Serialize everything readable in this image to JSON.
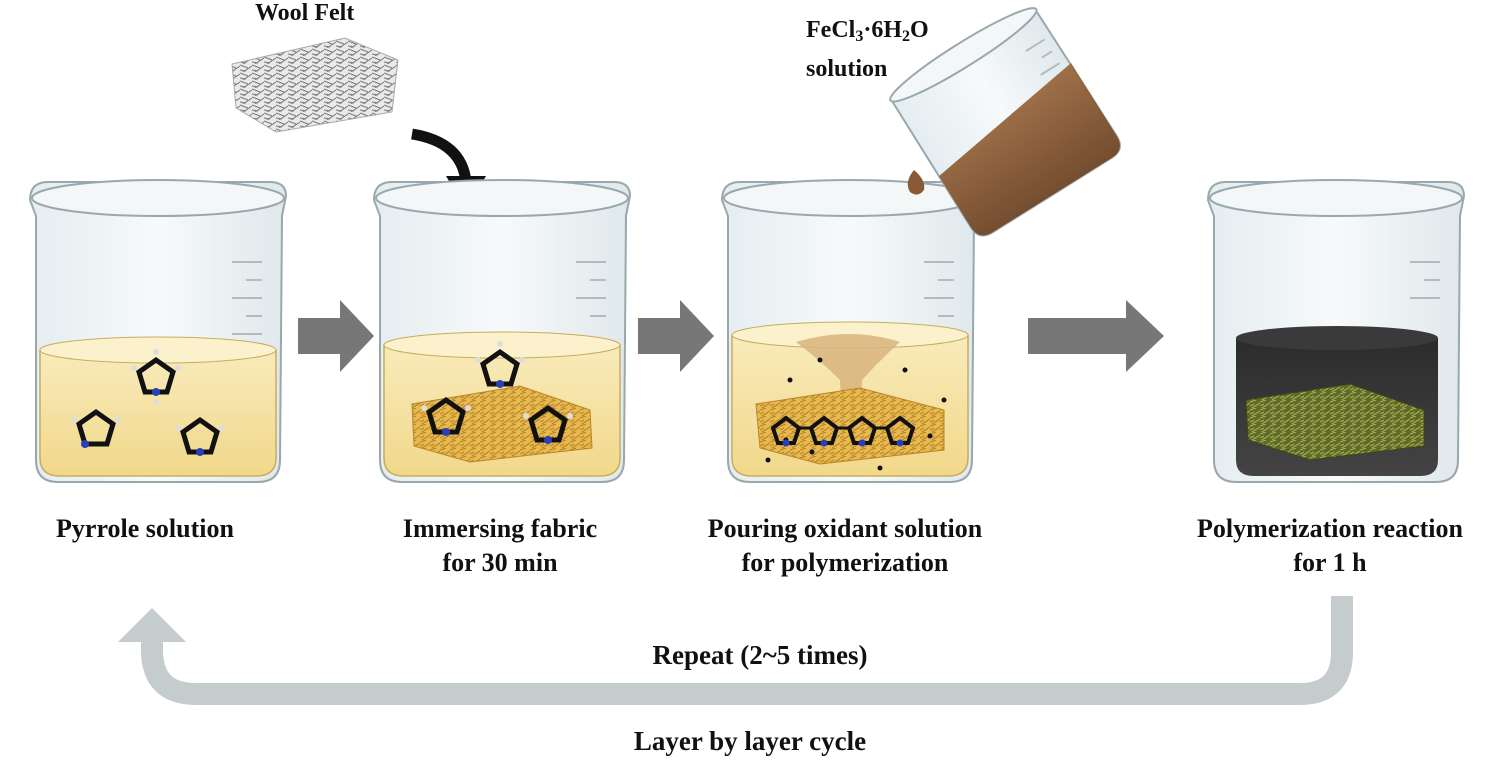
{
  "labels": {
    "wool_felt": "Wool Felt",
    "fecl3_formula": "FeCl3·6H2O",
    "fecl3_solution": "solution",
    "step1": "Pyrrole solution",
    "step2_line1": "Immersing fabric",
    "step2_line2": "for 30 min",
    "step3_line1": "Pouring oxidant solution",
    "step3_line2": "for polymerization",
    "step4_line1": "Polymerization reaction",
    "step4_line2": "for 1 h",
    "repeat": "Repeat (2~5 times)",
    "cycle": "Layer by layer cycle"
  },
  "fecl3_parts": {
    "a": "FeCl",
    "sub1": "3",
    "b": "·6H",
    "sub2": "2",
    "c": "O"
  },
  "colors": {
    "pyrrole_solution": "#f6e3a6",
    "fabric": "#d9a640",
    "oxidant": "#8a5a35",
    "polymer_solution": "#333333",
    "arrow_gray": "#777777",
    "cycle_arrow": "#c5ccce"
  }
}
